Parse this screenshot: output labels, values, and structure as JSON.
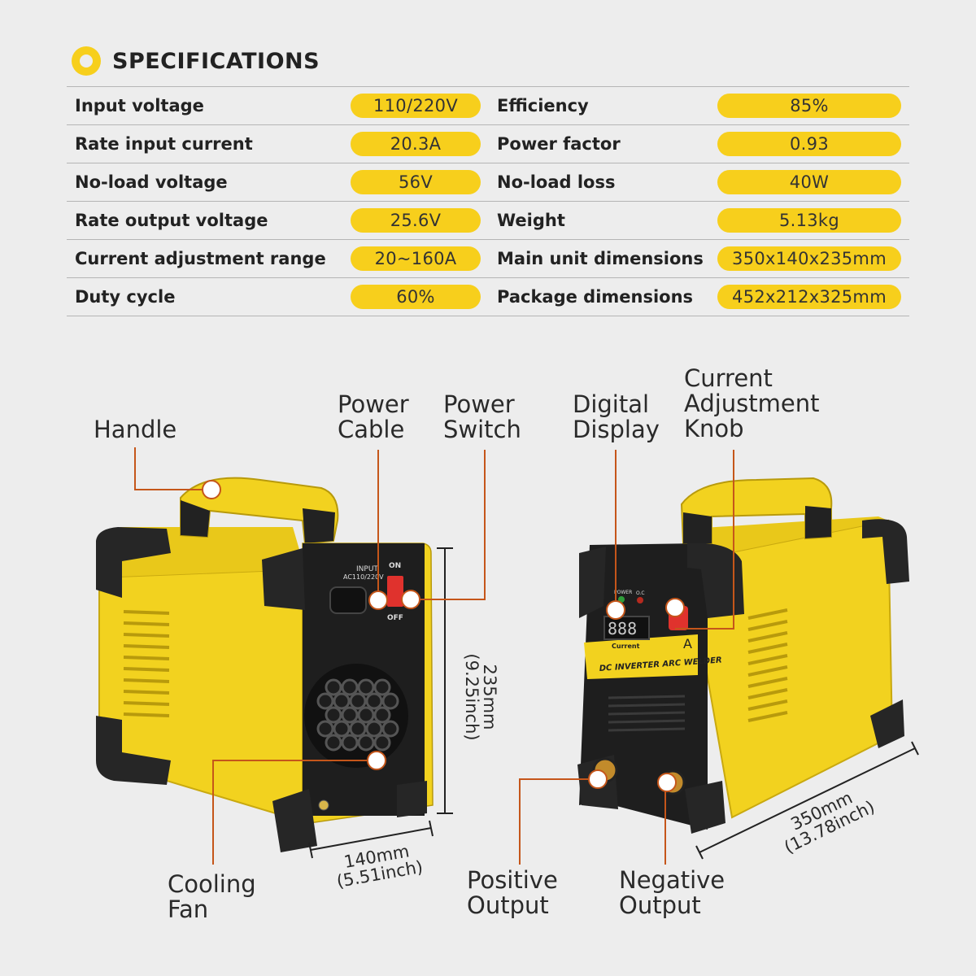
{
  "header": {
    "title": "SPECIFICATIONS"
  },
  "specs": [
    {
      "left_label": "Input voltage",
      "left_value": "110/220V",
      "right_label": "Efficiency",
      "right_value": "85%"
    },
    {
      "left_label": "Rate input current",
      "left_value": "20.3A",
      "right_label": "Power factor",
      "right_value": "0.93"
    },
    {
      "left_label": "No-load voltage",
      "left_value": "56V",
      "right_label": "No-load loss",
      "right_value": "40W"
    },
    {
      "left_label": "Rate output voltage",
      "left_value": "25.6V",
      "right_label": "Weight",
      "right_value": "5.13kg"
    },
    {
      "left_label": "Current adjustment range",
      "left_value": "20~160A",
      "right_label": "Main unit dimensions",
      "right_value": "350x140x235mm"
    },
    {
      "left_label": "Duty cycle",
      "left_value": "60%",
      "right_label": "Package dimensions",
      "right_value": "452x212x325mm"
    }
  ],
  "callouts": {
    "handle": "Handle",
    "power_cable": [
      "Power",
      "Cable"
    ],
    "power_switch": [
      "Power",
      "Switch"
    ],
    "digital_display": [
      "Digital",
      "Display"
    ],
    "current_knob": [
      "Current",
      "Adjustment",
      "Knob"
    ],
    "cooling_fan": [
      "Cooling",
      "Fan"
    ],
    "positive_output": [
      "Positive",
      "Output"
    ],
    "negative_output": [
      "Negative",
      "Output"
    ]
  },
  "dimensions": {
    "height": [
      "235mm",
      "(9.25inch)"
    ],
    "width": [
      "140mm",
      "(5.51inch)"
    ],
    "length": [
      "350mm",
      "(13.78inch)"
    ]
  },
  "device_text": {
    "input_label": "INPUT",
    "input_voltage": "AC110/220V",
    "on": "ON",
    "off": "OFF",
    "display_digits": "888",
    "current_label": "Current",
    "power_led": "POWER",
    "oc_led": "O.C",
    "unit_a": "A",
    "model": "DC INVERTER ARC WELDER"
  },
  "colors": {
    "accent_yellow": "#f7cf1c",
    "leader_orange": "#c5561a",
    "body_black": "#1e1e1e"
  }
}
